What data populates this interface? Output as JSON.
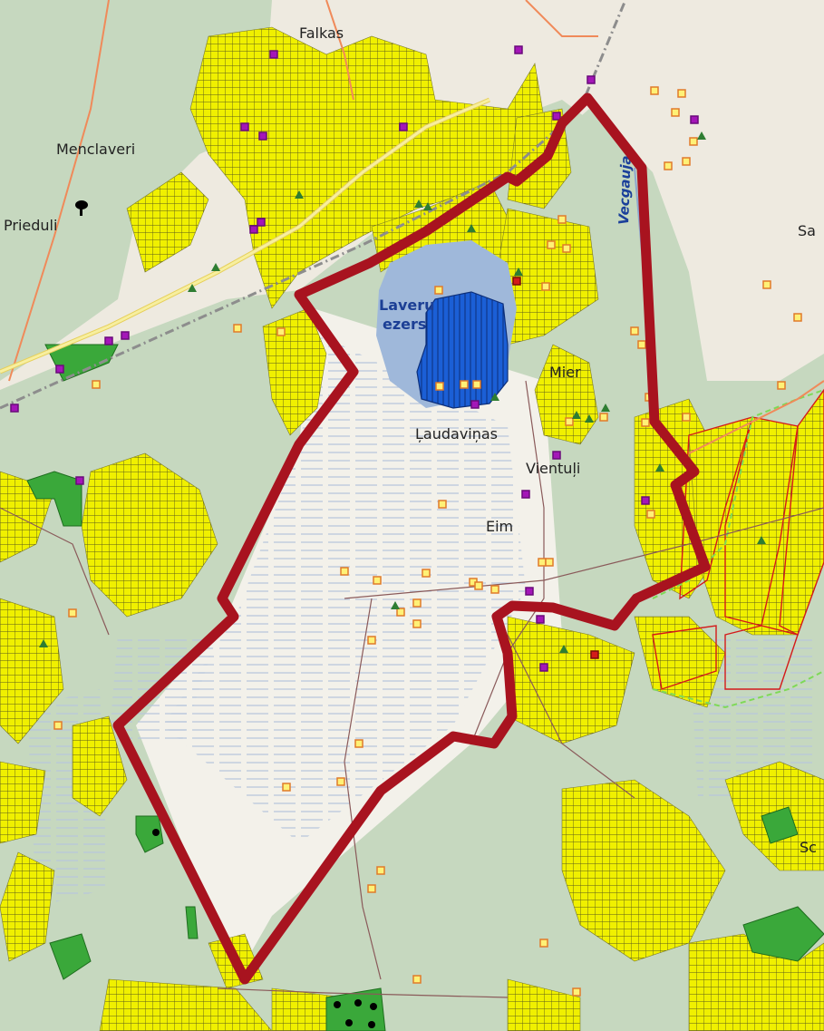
{
  "map": {
    "labels": {
      "falkas": "Falkas",
      "menclaveri": "Menclaveri",
      "prieduli": "Prieduli",
      "lake_line1": "Laveru",
      "lake_line2": "ezers",
      "laudavinas": "Ļaudaviņas",
      "vecgauja": "Vecgauja",
      "mier": "Mier",
      "vientuli": "Vientuļi",
      "eim": "Eim",
      "sa": "Sa",
      "sc": "Sc"
    },
    "colors": {
      "background": "#eeeae0",
      "forest": "#c6d8bf",
      "yellow_grid": "#f0f000",
      "grid_line": "#5c5c1c",
      "lake_shallow": "#9fb8da",
      "lake_deep": "#1b5fd6",
      "boundary": "#a8131f",
      "green_patch": "#3aa83a",
      "marker_yellow": "#fff176",
      "marker_purple": "#a416b8",
      "marker_red": "#d41a1a",
      "road_orange": "#f08a5a",
      "road_yellow": "#f2e48c"
    },
    "icons": [
      "tree-icon",
      "point-marker",
      "triangle-marker",
      "boundary-polygon",
      "railway-line"
    ]
  }
}
